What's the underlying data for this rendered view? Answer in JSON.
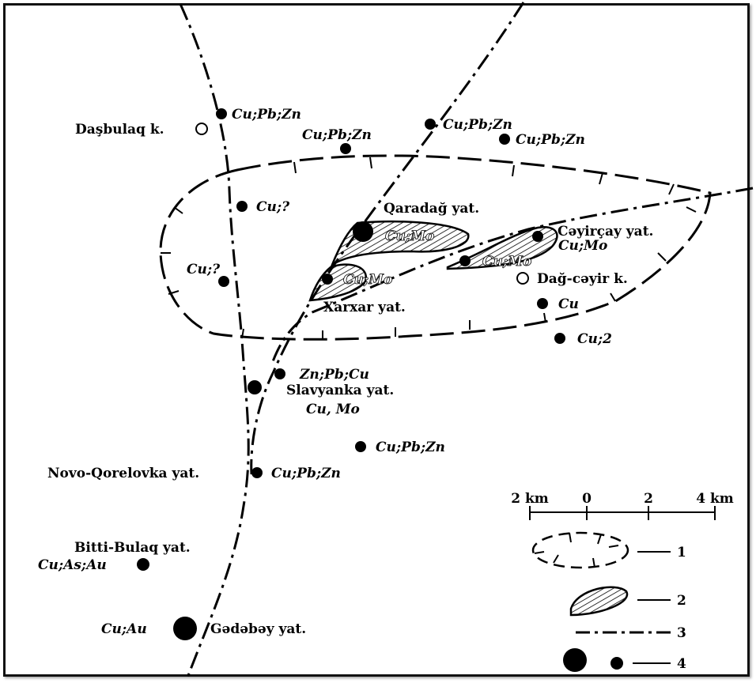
{
  "map": {
    "mineral_labels": {
      "m1": "Cu;Pb;Zn",
      "m2": "Cu;Pb;Zn",
      "m3": "Cu;Pb;Zn",
      "m4": "Cu;Pb;Zn",
      "m5": "Cu;?",
      "m6": "Cu;?",
      "m7": "Cu;Mo",
      "m8": "Cu;Mo",
      "m9": "Cu;Mo",
      "m10": "Cu;Mo",
      "m11": "Cu",
      "m12": "Cu;2",
      "m13": "Zn;Pb;Cu",
      "m14": "Cu, Mo",
      "m15": "Cu;Pb;Zn",
      "m16": "Cu;Pb;Zn",
      "m17": "Cu;As;Au",
      "m18": "Cu;Au"
    },
    "place_labels": {
      "dashbulaq": "Daşbulaq k.",
      "qaradag": "Qaradağ yat.",
      "ceyircay": "Cəyirçay yat.",
      "dag_ceyir": "Dağ-cəyir k.",
      "xarxar": "Xarxar yat.",
      "slavyanka": "Slavyanka yat.",
      "novo": "Novo-Qorelovka yat.",
      "bitti": "Bitti-Bulaq yat.",
      "gedebey": "Gədəbəy yat."
    }
  },
  "scale": {
    "labels": [
      "2 km",
      "0",
      "2",
      "4 km"
    ]
  },
  "legend": {
    "items": [
      {
        "number": "1"
      },
      {
        "number": "2"
      },
      {
        "number": "3"
      },
      {
        "number": "4"
      }
    ]
  }
}
